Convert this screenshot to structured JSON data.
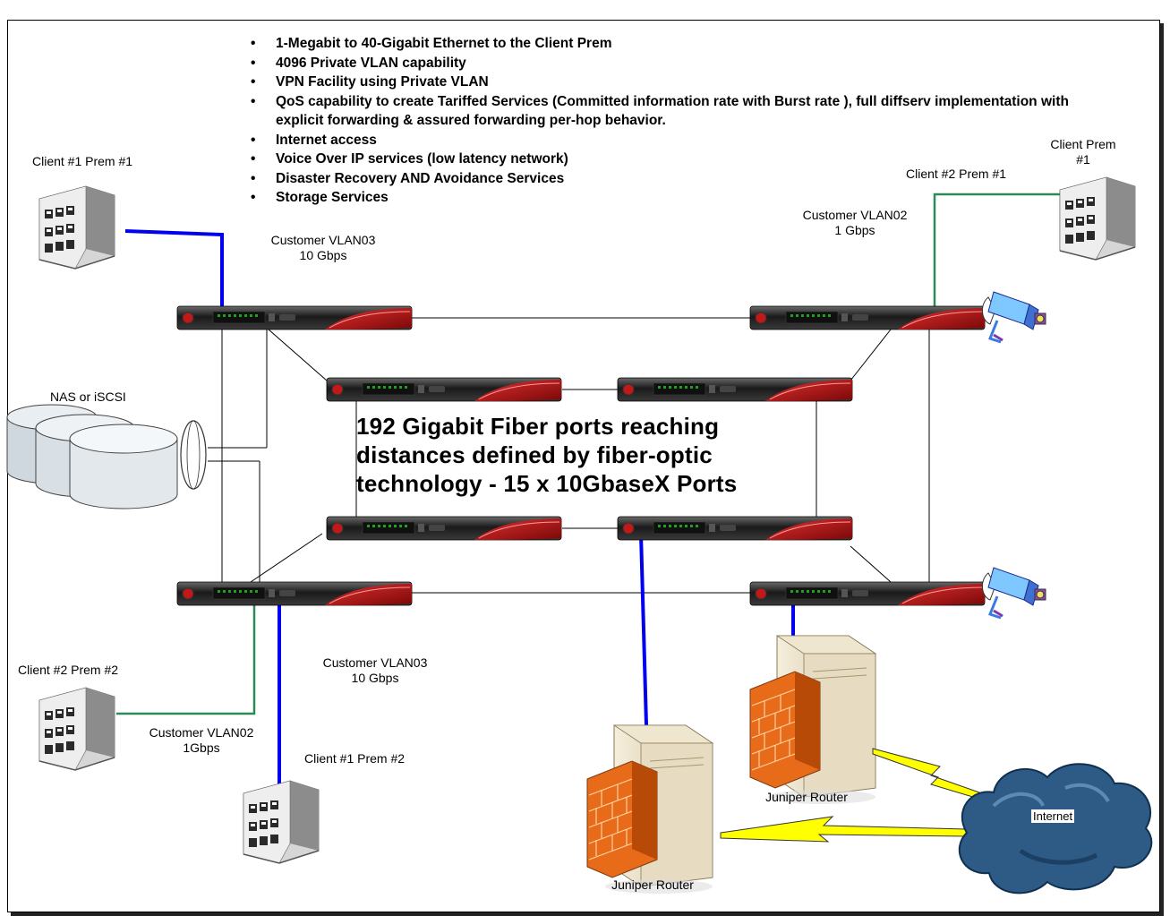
{
  "features": [
    "1-Megabit to 40-Gigabit Ethernet to the Client Prem",
    "4096 Private VLAN capability",
    "VPN Facility using Private VLAN",
    "QoS capability to create Tariffed Services  (Committed information rate with Burst rate ), full diffserv implementation with explicit forwarding  & assured forwarding per-hop behavior.",
    "Internet access",
    "Voice Over IP services (low latency network)",
    "Disaster Recovery AND Avoidance Services",
    "Storage Services"
  ],
  "headline": [
    "192 Gigabit Fiber ports reaching",
    "distances defined by fiber-optic",
    "technology - 15 x 10GbaseX Ports"
  ],
  "labels": {
    "client1_prem1": "Client #1 Prem #1",
    "client2_prem1": "Client #2 Prem #1",
    "client_prem_line1": "Client Prem",
    "client_prem_line2": "#1",
    "vlan03_top_line1": "Customer VLAN03",
    "vlan03_top_line2": "10 Gbps",
    "vlan02_top_line1": "Customer VLAN02",
    "vlan02_top_line2": "1 Gbps",
    "nas": "NAS or iSCSI",
    "client2_prem2": "Client #2 Prem #2",
    "vlan03_bottom_line1": "Customer VLAN03",
    "vlan03_bottom_line2": "10 Gbps",
    "vlan02_bottom_line1": "Customer VLAN02",
    "vlan02_bottom_line2": "1Gbps",
    "client1_prem2": "Client #1 Prem #2",
    "juniper_router_right": "Juniper Router",
    "juniper_router_bottom": "Juniper Router",
    "internet": "Internet"
  },
  "colors": {
    "blue_link": "#0000ee",
    "green_link": "#2e8b57",
    "black_link": "#000000",
    "lightning": "#ffff00",
    "switch_body": "#2a2a2a",
    "switch_accent": "#b01010",
    "firewall": "#f07a20",
    "cloud": "#2d5b86"
  },
  "icons": {
    "building": "building-icon",
    "switch": "switch-icon",
    "storage": "storage-array-icon",
    "camera": "camera-icon",
    "router": "router-firewall-icon",
    "cloud": "cloud-icon"
  }
}
